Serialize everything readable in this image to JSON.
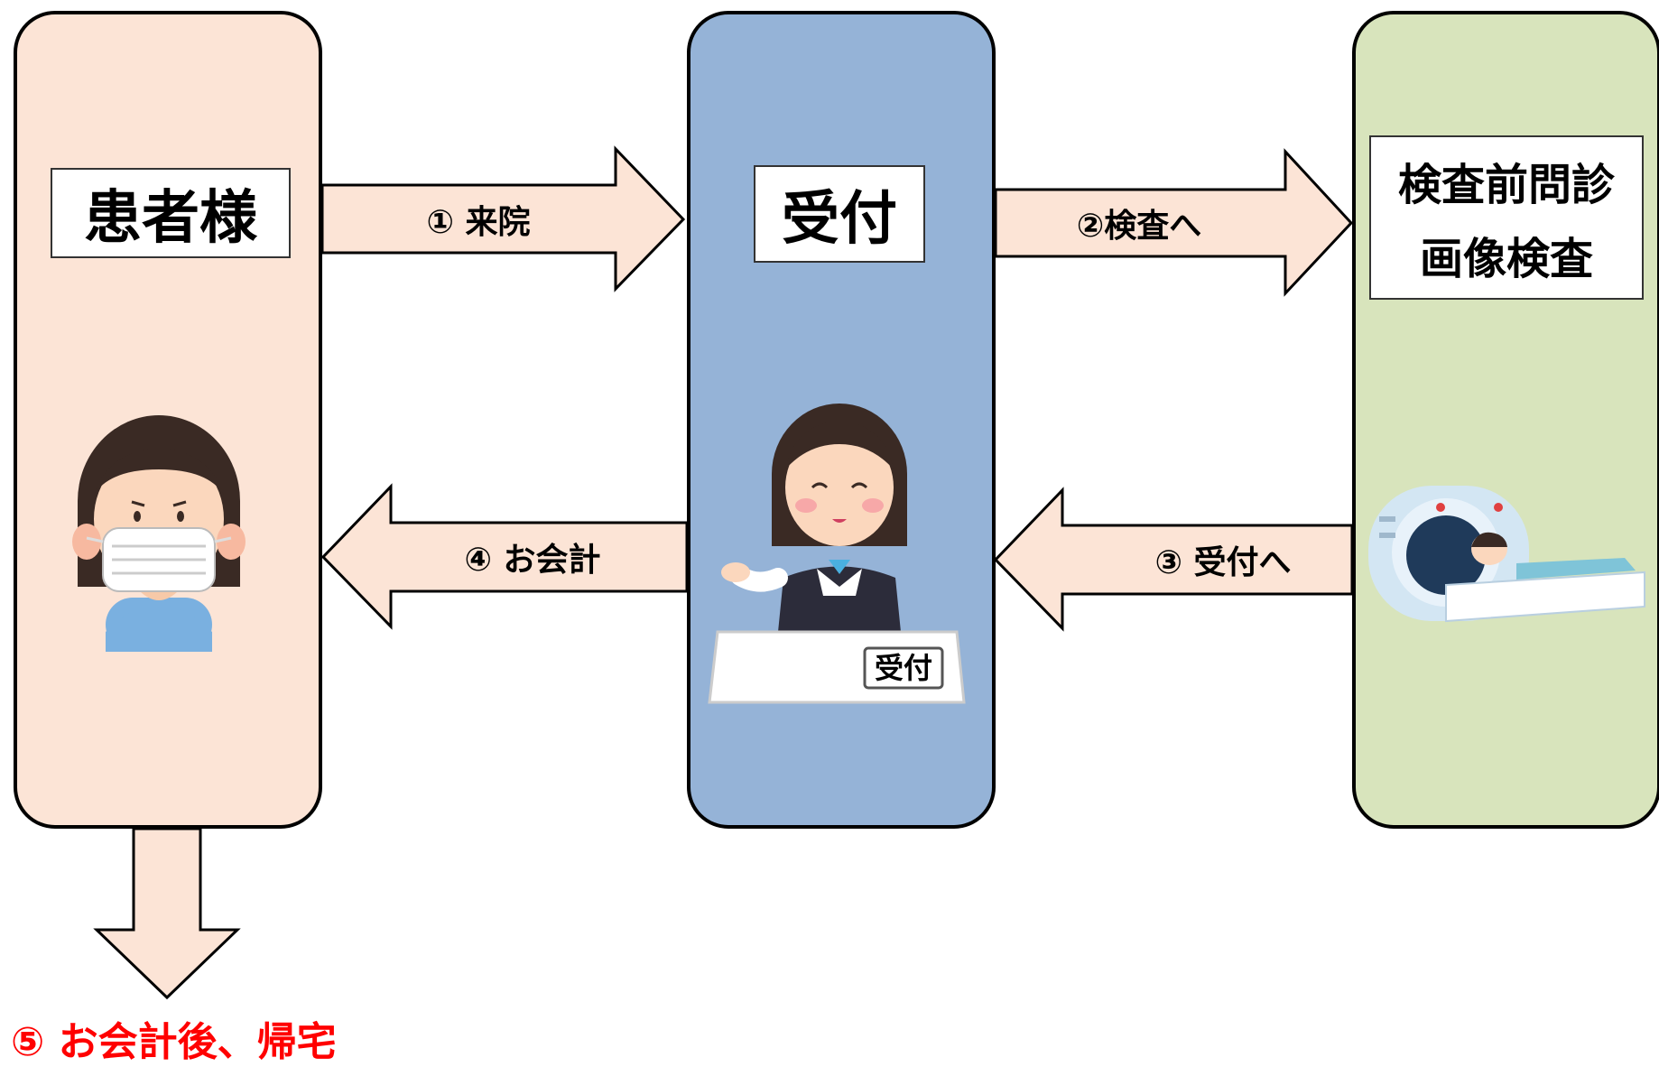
{
  "panels": {
    "patient": {
      "label": "患者様",
      "color": "#fce4d6"
    },
    "reception": {
      "label": "受付",
      "color": "#95b3d7",
      "desk_sign": "受付"
    },
    "exam": {
      "label_line1": "検査前問診",
      "label_line2": "画像検査",
      "color": "#d8e4bc"
    }
  },
  "arrows": {
    "step1": "① 来院",
    "step2": "②検査へ",
    "step3": "③ 受付へ",
    "step4": "④ お会計"
  },
  "final_step": "⑤ お会計後、帰宅",
  "colors": {
    "arrow_fill": "#fce4d6",
    "final_text": "#ff0000"
  }
}
